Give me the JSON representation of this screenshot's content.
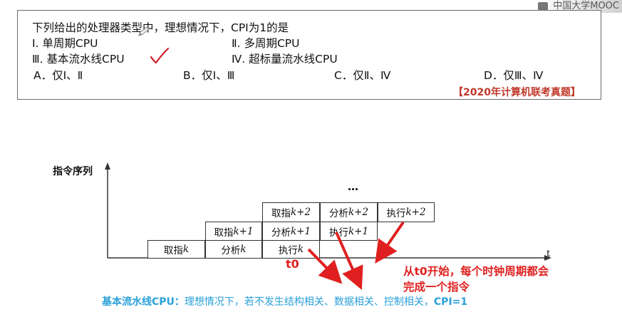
{
  "watermark": {
    "text": "中国大学MOOC",
    "icon": "mooc-logo-icon"
  },
  "question": {
    "stem": "下列给出的处理器类型中，理想情况下，CPI为1的是",
    "options_roman": [
      "Ⅰ. 单周期CPU",
      "Ⅱ. 多周期CPU",
      "Ⅲ. 基本流水线CPU",
      "Ⅳ. 超标量流水线CPU"
    ],
    "choices": [
      "A．仅Ⅰ、Ⅱ",
      "B．仅Ⅰ、Ⅲ",
      "C．仅Ⅱ、Ⅳ",
      "D．仅Ⅲ、Ⅳ"
    ],
    "source": "【2020年计算机联考真题】",
    "checkmark_color": "#d0202a"
  },
  "diagram": {
    "y_axis_label": "指令序列",
    "x_axis_label": "t",
    "ellipsis": "…",
    "rows": [
      {
        "fetch": "取指",
        "analyze": "分析",
        "execute": "执行",
        "suffix": "k"
      },
      {
        "fetch": "取指",
        "analyze": "分析",
        "execute": "执行",
        "suffix": "k+1"
      },
      {
        "fetch": "取指",
        "analyze": "分析",
        "execute": "执行",
        "suffix": "k+2"
      }
    ],
    "t0_label": "t0",
    "annotation_lines": [
      "从t0开始，每个时钟周期都会",
      "完成一个指令"
    ],
    "annotation_color": "#e02020"
  },
  "summary": {
    "lead": "基本流水线CPU：",
    "body": "理想情况下，若不发生结构相关、数据相关、控制相关，",
    "cpi": "CPI=1",
    "color": "#2aa0d8"
  }
}
